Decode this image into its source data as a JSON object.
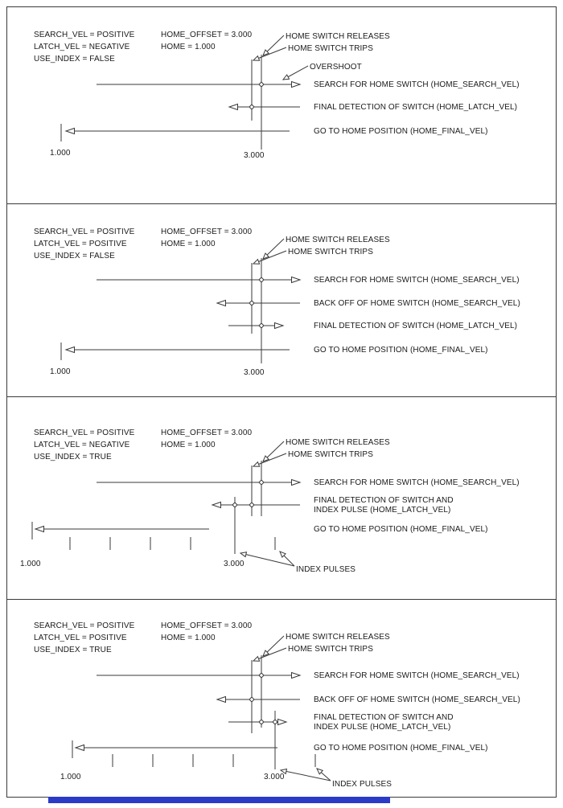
{
  "colors": {
    "bg": "#ffffff",
    "line": "#3a3a3a",
    "text": "#1a1a1a",
    "highlight_bar": "#2b3bc7"
  },
  "panels": [
    {
      "params": [
        "SEARCH_VEL = POSITIVE",
        "HOME_OFFSET = 3.000",
        "LATCH_VEL = NEGATIVE",
        "HOME = 1.000",
        "USE_INDEX = FALSE"
      ],
      "callouts": [
        "HOME SWITCH RELEASES",
        "HOME SWITCH TRIPS",
        "OVERSHOOT"
      ],
      "steps": [
        "SEARCH FOR HOME SWITCH (HOME_SEARCH_VEL)",
        "FINAL DETECTION OF SWITCH (HOME_LATCH_VEL)",
        "GO TO HOME POSITION (HOME_FINAL_VEL)"
      ],
      "home_label": "1.000",
      "offset_label": "3.000"
    },
    {
      "params": [
        "SEARCH_VEL = POSITIVE",
        "HOME_OFFSET = 3.000",
        "LATCH_VEL = POSITIVE",
        "HOME = 1.000",
        "USE_INDEX = FALSE"
      ],
      "callouts": [
        "HOME SWITCH RELEASES",
        "HOME SWITCH TRIPS"
      ],
      "steps": [
        "SEARCH FOR HOME SWITCH (HOME_SEARCH_VEL)",
        "BACK OFF OF HOME SWITCH (HOME_SEARCH_VEL)",
        "FINAL DETECTION OF SWITCH (HOME_LATCH_VEL)",
        "GO TO HOME POSITION (HOME_FINAL_VEL)"
      ],
      "home_label": "1.000",
      "offset_label": "3.000"
    },
    {
      "params": [
        "SEARCH_VEL = POSITIVE",
        "HOME_OFFSET = 3.000",
        "LATCH_VEL = NEGATIVE",
        "HOME = 1.000",
        "USE_INDEX = TRUE"
      ],
      "callouts": [
        "HOME SWITCH RELEASES",
        "HOME SWITCH TRIPS"
      ],
      "steps": [
        "SEARCH FOR HOME SWITCH (HOME_SEARCH_VEL)",
        "FINAL DETECTION OF SWITCH AND",
        "INDEX PULSE (HOME_LATCH_VEL)",
        "GO TO HOME POSITION (HOME_FINAL_VEL)"
      ],
      "home_label": "1.000",
      "offset_label": "3.000",
      "index_label": "INDEX PULSES"
    },
    {
      "params": [
        "SEARCH_VEL = POSITIVE",
        "HOME_OFFSET = 3.000",
        "LATCH_VEL = POSITIVE",
        "HOME = 1.000",
        "USE_INDEX = TRUE"
      ],
      "callouts": [
        "HOME SWITCH RELEASES",
        "HOME SWITCH TRIPS"
      ],
      "steps": [
        "SEARCH FOR HOME SWITCH (HOME_SEARCH_VEL)",
        "BACK OFF OF HOME SWITCH (HOME_SEARCH_VEL)",
        "FINAL DETECTION OF SWITCH AND",
        "INDEX PULSE (HOME_LATCH_VEL)",
        "GO TO HOME POSITION (HOME_FINAL_VEL)"
      ],
      "home_label": "1.000",
      "offset_label": "3.000",
      "index_label": "INDEX PULSES"
    }
  ]
}
